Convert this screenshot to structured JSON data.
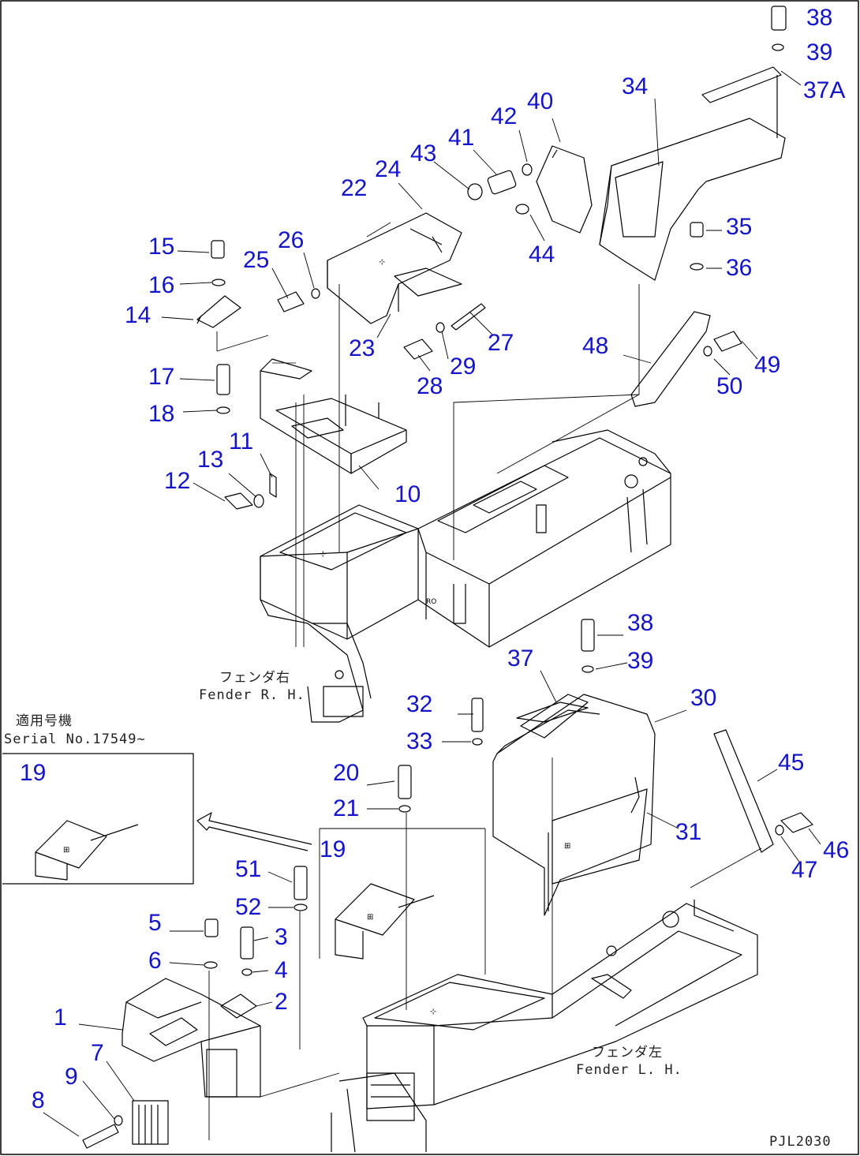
{
  "colors": {
    "callout": "#1414c8",
    "line": "#000000",
    "background": "#ffffff"
  },
  "labels": {
    "fender_rh_jp": "フェンダ右",
    "fender_rh_en": "Fender R. H.",
    "fender_lh_jp": "フェンダ左",
    "fender_lh_en": "Fender L. H.",
    "serial_jp": "適用号機",
    "serial_en": "Serial No.17549~",
    "drawing_code": "PJL2030"
  },
  "parts": [
    "1",
    "2",
    "3",
    "4",
    "5",
    "6",
    "7",
    "8",
    "9",
    "10",
    "11",
    "12",
    "13",
    "14",
    "15",
    "16",
    "17",
    "18",
    "19",
    "19",
    "20",
    "21",
    "22",
    "23",
    "24",
    "25",
    "26",
    "27",
    "28",
    "29",
    "30",
    "31",
    "32",
    "33",
    "34",
    "35",
    "36",
    "37",
    "37A",
    "38",
    "38",
    "39",
    "39",
    "40",
    "41",
    "42",
    "43",
    "44",
    "45",
    "46",
    "47",
    "48",
    "49",
    "50",
    "51",
    "52"
  ]
}
